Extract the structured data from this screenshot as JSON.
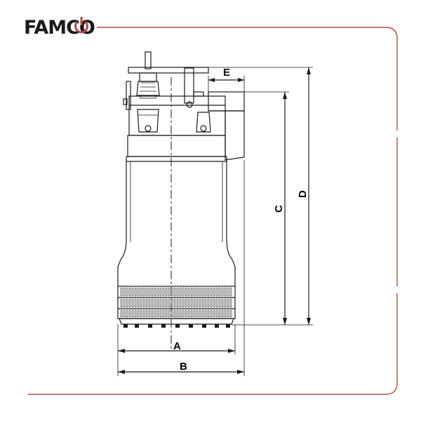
{
  "brand": {
    "name": "FAMCO",
    "accent_color": "#b5484a",
    "text_color": "#1a1a1a"
  },
  "dimensions": {
    "a": "A",
    "b": "B",
    "c": "C",
    "d": "D",
    "e": "E"
  }
}
